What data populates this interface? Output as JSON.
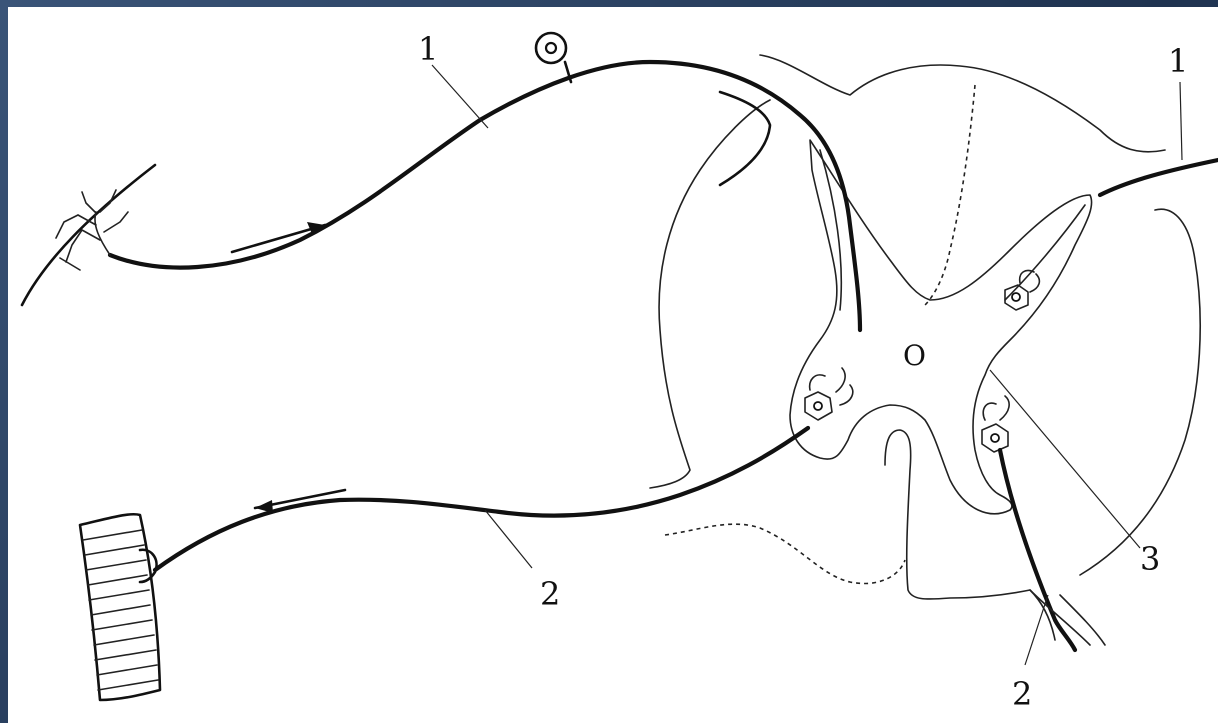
{
  "labels": {
    "afferent_top": "1",
    "afferent_right": "1",
    "efferent_bottom": "2",
    "efferent_root": "2",
    "interneuron": "3",
    "central_canal": "O"
  }
}
